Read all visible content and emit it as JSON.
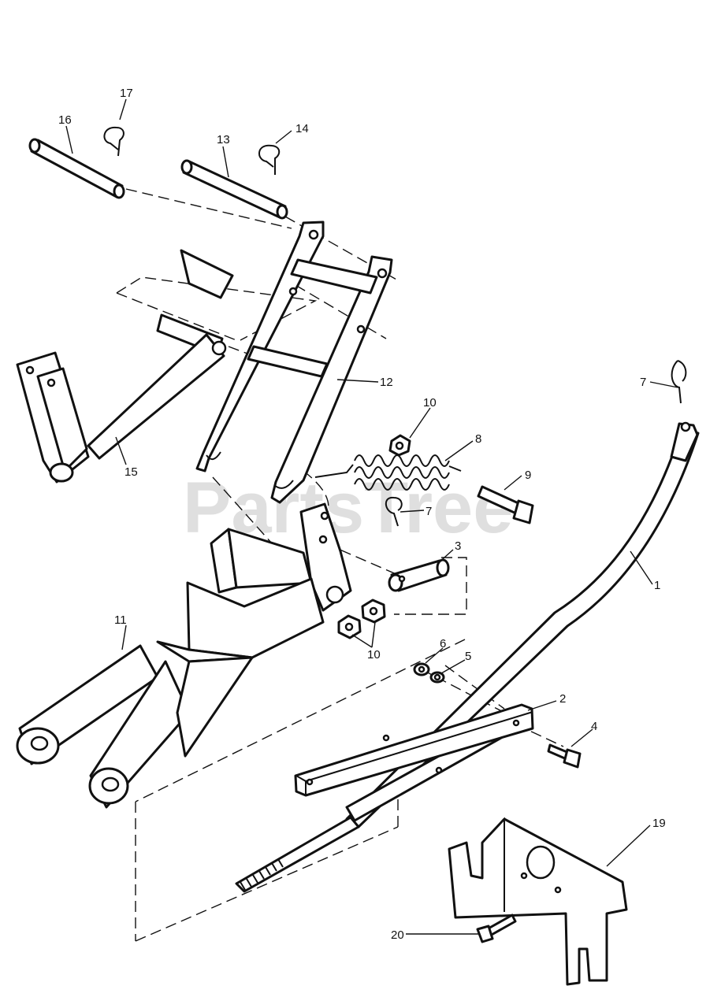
{
  "watermark": {
    "text": "PartsTree"
  },
  "callouts": [
    {
      "id": "17",
      "label": "17"
    },
    {
      "id": "16",
      "label": "16"
    },
    {
      "id": "13",
      "label": "13"
    },
    {
      "id": "14",
      "label": "14"
    },
    {
      "id": "12",
      "label": "12"
    },
    {
      "id": "7a",
      "label": "7"
    },
    {
      "id": "10a",
      "label": "10"
    },
    {
      "id": "8",
      "label": "8"
    },
    {
      "id": "9",
      "label": "9"
    },
    {
      "id": "7b",
      "label": "7"
    },
    {
      "id": "15",
      "label": "15"
    },
    {
      "id": "3",
      "label": "3"
    },
    {
      "id": "1",
      "label": "1"
    },
    {
      "id": "11",
      "label": "11"
    },
    {
      "id": "10b",
      "label": "10"
    },
    {
      "id": "6",
      "label": "6"
    },
    {
      "id": "5",
      "label": "5"
    },
    {
      "id": "2",
      "label": "2"
    },
    {
      "id": "4",
      "label": "4"
    },
    {
      "id": "19",
      "label": "19"
    },
    {
      "id": "20",
      "label": "20"
    }
  ]
}
